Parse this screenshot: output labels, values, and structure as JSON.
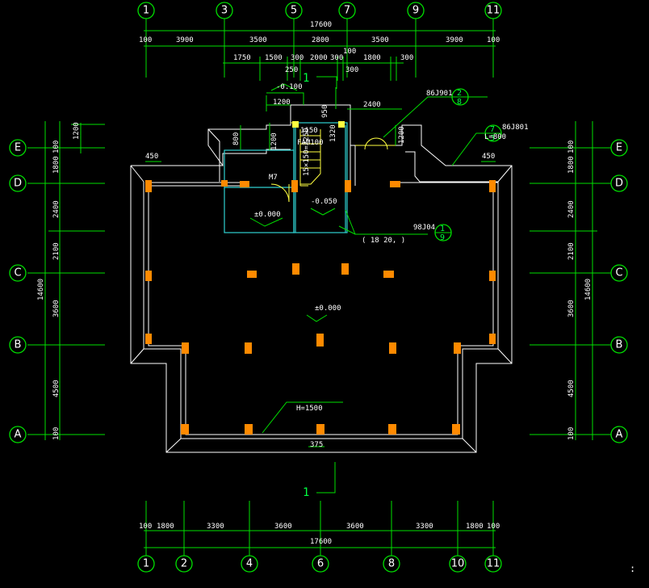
{
  "top_axes": [
    "1",
    "3",
    "5",
    "7",
    "9",
    "11"
  ],
  "bottom_axes": [
    "1",
    "2",
    "4",
    "6",
    "8",
    "10",
    "11"
  ],
  "side_axes": [
    "E",
    "D",
    "C",
    "B",
    "A"
  ],
  "top_dims": {
    "total": "17600",
    "row1": [
      "100",
      "3900",
      "3500",
      "2800",
      "3500",
      "3900",
      "100"
    ],
    "row2": [
      "1750",
      "1500",
      "300",
      "2000",
      "300",
      "100",
      "1800",
      "300"
    ],
    "row2b": [
      "250",
      "300"
    ]
  },
  "bottom_dims": {
    "row1": [
      "100",
      "1800",
      "3300",
      "3600",
      "3600",
      "3300",
      "1800",
      "100"
    ],
    "total": "17600"
  },
  "left_dims": [
    "1200",
    "100",
    "1800",
    "2400",
    "2100",
    "3600",
    "4500",
    "100"
  ],
  "left_total": "14600",
  "right_dims": [
    "100",
    "1800",
    "2400",
    "2100",
    "3600",
    "4500",
    "100"
  ],
  "right_total": "14600",
  "plan_labels": {
    "lvl_top": "-0.100",
    "d1200": "1200",
    "d950": "950",
    "d2400": "2400",
    "ref1": "86J901",
    "ref1_num": "2",
    "ref1_den": "8",
    "ref2": "86J801",
    "ref2_num": "7",
    "ref2_den": "3",
    "l800": "L=800",
    "d1150": "1150",
    "fam": "FAM100",
    "d800": "800",
    "d1200b": "1200",
    "d1320": "1320",
    "d1200c": "1200",
    "stair": "15×150=2250",
    "m7": "M7",
    "lvl0a": "±0.000",
    "lvl_050": "-0.050",
    "d450a": "450",
    "d450b": "450",
    "ref3": "98J04",
    "ref3_num": "1",
    "ref3_den": "9",
    "ref3_note": "(   18   20,  )",
    "lvl0b": "±0.000",
    "h1500": "H=1500",
    "d375": "375",
    "section": "1"
  },
  "corner_mark": ":"
}
